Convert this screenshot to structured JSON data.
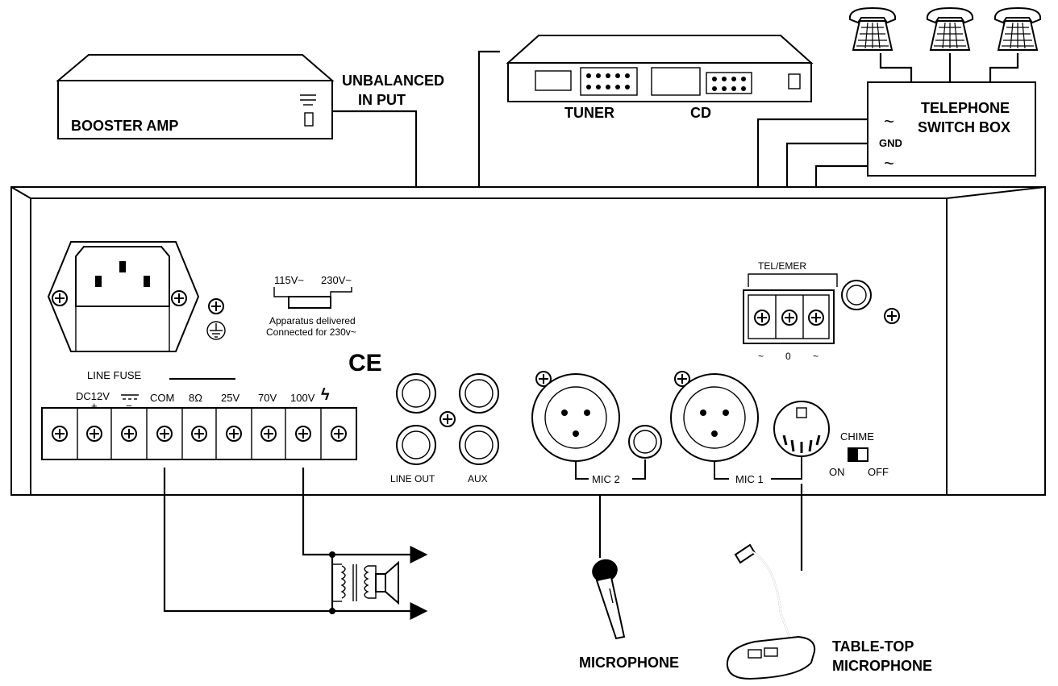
{
  "devices": {
    "booster_amp": "BOOSTER  AMP",
    "unbalanced_line1": "UNBALANCED",
    "unbalanced_line2": "IN PUT",
    "tuner": "TUNER",
    "cd": "CD",
    "telephone_line1": "TELEPHONE",
    "telephone_line2": "SWITCH BOX",
    "gnd": "GND",
    "tilde": "~",
    "microphone": "MICROPHONE",
    "tabletop_line1": "TABLE-TOP",
    "tabletop_line2": "MICROPHONE"
  },
  "panel": {
    "voltage_115": "115V~",
    "voltage_230": "230V~",
    "apparatus_line1": "Apparatus  delivered",
    "apparatus_line2": "Connected for 230v~",
    "ce_mark": "CE",
    "line_fuse": "LINE FUSE",
    "tel_emer": "TEL/EMER",
    "tel_terms": [
      "~",
      "0",
      "~"
    ],
    "terminals": [
      {
        "label": "DC12V",
        "sub": "+"
      },
      {
        "label": "",
        "sub": "−"
      },
      {
        "label": "COM",
        "sub": ""
      },
      {
        "label": "8Ω",
        "sub": ""
      },
      {
        "label": "25V",
        "sub": ""
      },
      {
        "label": "70V",
        "sub": ""
      },
      {
        "label": "100V",
        "sub": ""
      },
      {
        "label": "ϟ",
        "sub": ""
      }
    ],
    "line_out": "LINE OUT",
    "aux": "AUX",
    "mic2": "MIC  2",
    "mic1": "MIC  1",
    "chime": "CHIME",
    "on": "ON",
    "off": "OFF"
  },
  "icons": [
    "telephone-icon",
    "ground-icon",
    "screw-icon",
    "speaker-icon",
    "transformer-icon",
    "microphone-icon",
    "desk-microphone-icon"
  ]
}
